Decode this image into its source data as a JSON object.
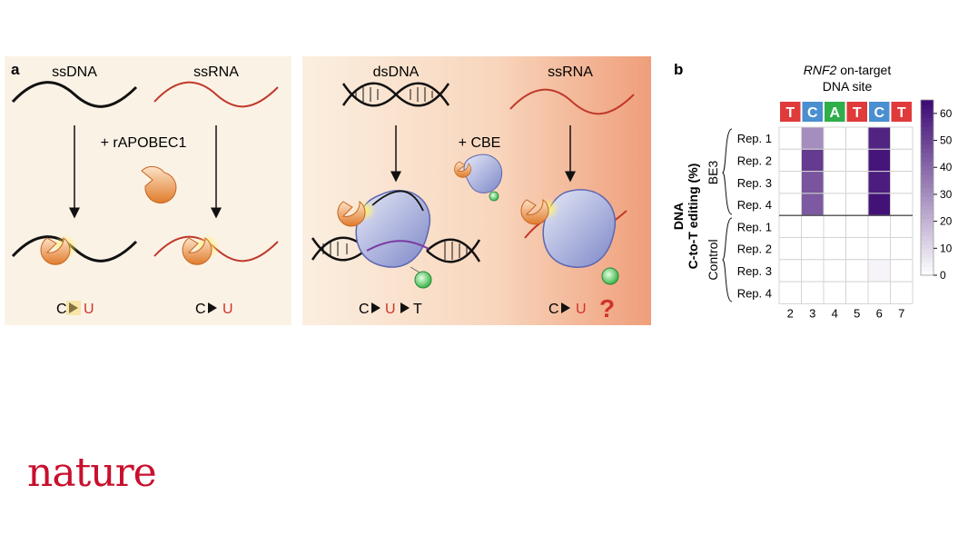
{
  "panel_a": {
    "letter": "a",
    "left": {
      "ssdna_label": "ssDNA",
      "ssrna_label": "ssRNA",
      "enzyme_label": "+ rAPOBEC1",
      "result1": {
        "from": "C",
        "to": "U"
      },
      "result2": {
        "from": "C",
        "to": "U"
      }
    },
    "right": {
      "dsdna_label": "dsDNA",
      "ssrna_label": "ssRNA",
      "editor_label": "+ CBE",
      "result1": {
        "from": "C",
        "mid": "U",
        "to": "T"
      },
      "result2": {
        "from": "C",
        "to": "U",
        "question": "?"
      }
    }
  },
  "panel_b": {
    "letter": "b",
    "title_gene": "RNF2",
    "title_rest": " on-target",
    "subtitle": "DNA site",
    "ylabel_line1": "DNA",
    "ylabel_line2": "C-to-T editing (%)",
    "group_be3": "BE3",
    "group_control": "Control"
  },
  "chart_data": {
    "type": "heatmap",
    "sequence": [
      {
        "base": "T",
        "color": "#e03a3a"
      },
      {
        "base": "C",
        "color": "#4a8fd0"
      },
      {
        "base": "A",
        "color": "#2fae4a"
      },
      {
        "base": "T",
        "color": "#e03a3a"
      },
      {
        "base": "C",
        "color": "#4a8fd0"
      },
      {
        "base": "T",
        "color": "#e03a3a"
      }
    ],
    "columns": [
      "2",
      "3",
      "4",
      "5",
      "6",
      "7"
    ],
    "rows": [
      "Rep. 1",
      "Rep. 2",
      "Rep. 3",
      "Rep. 4",
      "Rep. 1",
      "Rep. 2",
      "Rep. 3",
      "Rep. 4"
    ],
    "groups": [
      "BE3",
      "BE3",
      "BE3",
      "BE3",
      "Control",
      "Control",
      "Control",
      "Control"
    ],
    "values": [
      [
        0,
        30,
        0,
        0,
        58,
        0
      ],
      [
        0,
        52,
        0,
        0,
        62,
        0
      ],
      [
        0,
        45,
        0,
        0,
        60,
        0
      ],
      [
        0,
        44,
        0,
        0,
        63,
        0
      ],
      [
        0,
        0,
        0,
        0,
        0,
        0
      ],
      [
        0,
        0,
        0,
        0,
        0,
        0
      ],
      [
        0,
        0,
        0,
        0,
        3,
        0
      ],
      [
        0,
        0,
        0,
        0,
        0,
        0
      ]
    ],
    "colorbar_ticks": [
      "0",
      "10",
      "20",
      "30",
      "40",
      "50",
      "60"
    ],
    "vmin": 0,
    "vmax": 65,
    "color_low": "#ffffff",
    "color_high": "#3d0a73"
  },
  "footer": {
    "logo": "nature",
    "logo_color": "#c8102e"
  }
}
